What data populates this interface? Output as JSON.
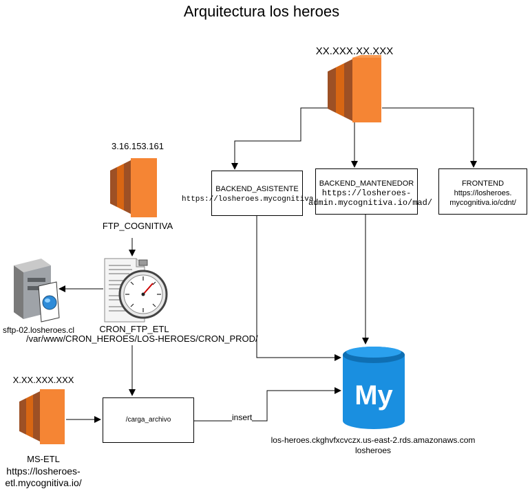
{
  "title": "Arquitectura los heroes",
  "nodes": {
    "top_server": {
      "label": "XX.XXX.XX.XXX"
    },
    "ftp_server": {
      "ip": "3.16.153.161",
      "label": "FTP_COGNITIVA"
    },
    "backend_asistente": {
      "label": "BACKEND_ASISTENTE",
      "url": "https://losheroes.mycognitiva.io"
    },
    "backend_mantenedor": {
      "label": "BACKEND_MANTENEDOR",
      "url_line1": "https://losheroes-",
      "url_line2": "admin.mycognitiva.io/mad/"
    },
    "frontend": {
      "label": "FRONTEND",
      "url_line1": "https://losheroes.",
      "url_line2": "mycognitiva.io/cdnt/"
    },
    "sftp": {
      "label": "sftp-02.losheroes.cl"
    },
    "cron": {
      "label": "CRON_FTP_ETL",
      "path": "/var/www/CRON_HEROES/LOS-HEROES/CRON_PROD/"
    },
    "ms_etl": {
      "ip": "X.XX.XXX.XXX",
      "label": "MS-ETL",
      "url_line1": "https://losheroes-",
      "url_line2": "etl.mycognitiva.io/"
    },
    "carga": {
      "label": "/carga_archivo"
    },
    "db": {
      "host": "los-heroes.ckghvfxcvczx.us-east-2.rds.amazonaws.com",
      "name": "losheroes",
      "logo_text": "My"
    }
  },
  "edges": {
    "insert_label": "insert"
  },
  "colors": {
    "ec2_main": "#F58534",
    "ec2_dark": "#9D5025",
    "ec2_mid": "#D86613",
    "db_blue": "#1A8FE0",
    "db_dark": "#0F6FB3"
  }
}
